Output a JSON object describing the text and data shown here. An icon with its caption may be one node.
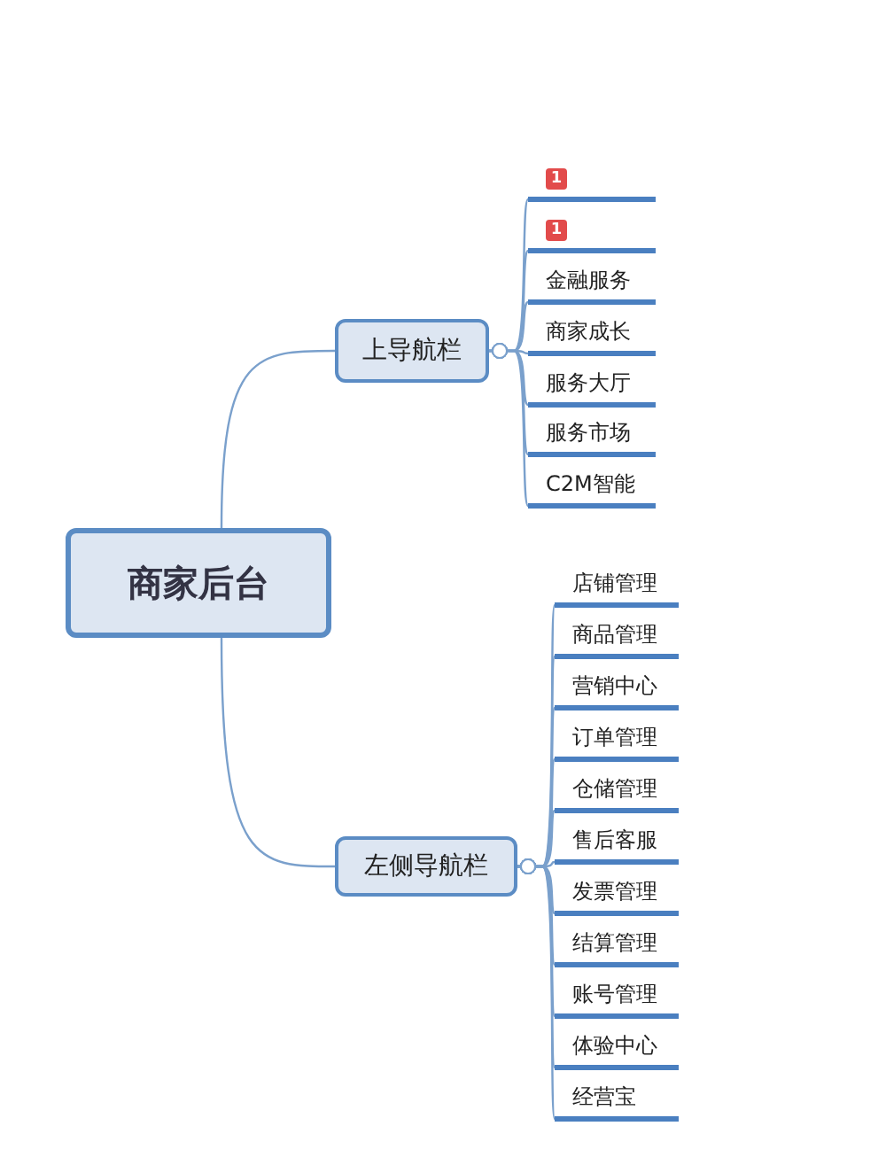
{
  "diagram": {
    "nodes": [
      {
        "text": [
          "商家后台"
        ]
      },
      {
        "text": [
          "上导航栏"
        ]
      },
      {
        "text": [],
        "shape": "bar"
      },
      {
        "text": [],
        "shape": "bar"
      },
      {
        "text": [
          "金融服务"
        ]
      },
      {
        "text": [
          "商家成长"
        ]
      },
      {
        "text": [
          "服务大厅"
        ]
      },
      {
        "text": [
          "服务市场"
        ]
      },
      {
        "text": [
          "C2M智能"
        ]
      },
      {
        "text": [
          "左侧导航栏"
        ]
      },
      {
        "text": [
          "店铺管理"
        ]
      },
      {
        "text": [
          "商品管理"
        ]
      },
      {
        "text": [
          "营销中心"
        ]
      },
      {
        "text": [
          "订单管理"
        ]
      },
      {
        "text": [
          "仓储管理"
        ]
      },
      {
        "text": [
          "售后客服"
        ]
      },
      {
        "text": [
          "发票管理"
        ]
      },
      {
        "text": [
          "结算管理"
        ]
      },
      {
        "text": [
          "账号管理"
        ]
      },
      {
        "text": [
          "体验中心"
        ]
      },
      {
        "text": [
          "经营宝"
        ]
      }
    ],
    "edges": [
      {
        "from": 0,
        "to": 1,
        "arrow": "none"
      },
      {
        "from": 0,
        "to": 9,
        "arrow": "none"
      },
      {
        "from": 1,
        "to": 2,
        "arrow": "other"
      },
      {
        "from": 1,
        "to": 3,
        "arrow": "other"
      },
      {
        "from": 1,
        "to": 4,
        "arrow": "other"
      },
      {
        "from": 1,
        "to": 5,
        "arrow": "other"
      },
      {
        "from": 1,
        "to": 6,
        "arrow": "other"
      },
      {
        "from": 1,
        "to": 7,
        "arrow": "other"
      },
      {
        "from": 1,
        "to": 8,
        "arrow": "other"
      },
      {
        "from": 9,
        "to": 10,
        "arrow": "other"
      },
      {
        "from": 9,
        "to": 11,
        "arrow": "other"
      },
      {
        "from": 9,
        "to": 12,
        "arrow": "other"
      },
      {
        "from": 9,
        "to": 13,
        "arrow": "other"
      },
      {
        "from": 9,
        "to": 14,
        "arrow": "other"
      },
      {
        "from": 9,
        "to": 15,
        "arrow": "other"
      },
      {
        "from": 9,
        "to": 16,
        "arrow": "other"
      },
      {
        "from": 9,
        "to": 17,
        "arrow": "other"
      },
      {
        "from": 9,
        "to": 18,
        "arrow": "other"
      },
      {
        "from": 9,
        "to": 19,
        "arrow": "other"
      },
      {
        "from": 9,
        "to": 20,
        "arrow": "other"
      }
    ],
    "labels": [
      "1",
      "1"
    ]
  }
}
